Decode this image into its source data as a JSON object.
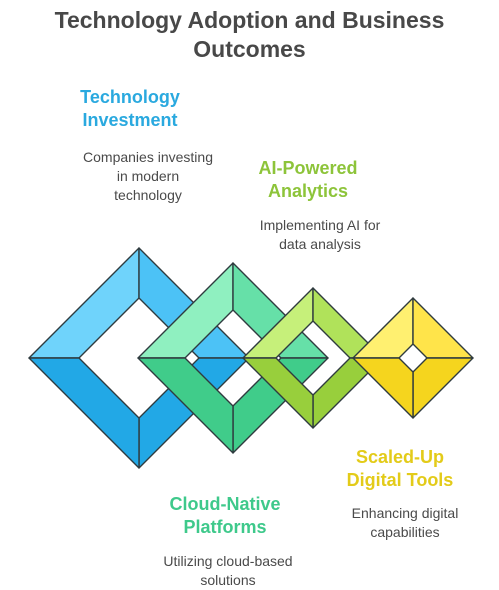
{
  "title": {
    "line1": "Technology Adoption and Business",
    "line2": "Outcomes"
  },
  "stages": [
    {
      "heading_line1": "Technology",
      "heading_line2": "Investment",
      "desc_line1": "Companies investing",
      "desc_line2": "in modern",
      "desc_line3": "technology",
      "color": "#2aa9df",
      "fill_light": "#6fd3fb",
      "fill_mid": "#4cc2f6",
      "fill_dark": "#22a8e6"
    },
    {
      "heading_line1": "AI-Powered",
      "heading_line2": "Analytics",
      "desc_line1": "Implementing AI for",
      "desc_line2": "data analysis",
      "color": "#8dc43a",
      "fill_light": "#c6f07a",
      "fill_mid": "#b0e25a",
      "fill_dark": "#98cf3c"
    },
    {
      "heading_line1": "Cloud-Native",
      "heading_line2": "Platforms",
      "desc_line1": "Utilizing cloud-based",
      "desc_line2": "solutions",
      "color": "#3ec98b",
      "fill_light": "#8ff0c0",
      "fill_mid": "#66e0a8",
      "fill_dark": "#40cc8a"
    },
    {
      "heading_line1": "Scaled-Up",
      "heading_line2": "Digital Tools",
      "desc_line1": "Enhancing digital",
      "desc_line2": "capabilities",
      "color": "#e3cb19",
      "fill_light": "#fff070",
      "fill_mid": "#ffe44a",
      "fill_dark": "#f5d51e"
    }
  ]
}
